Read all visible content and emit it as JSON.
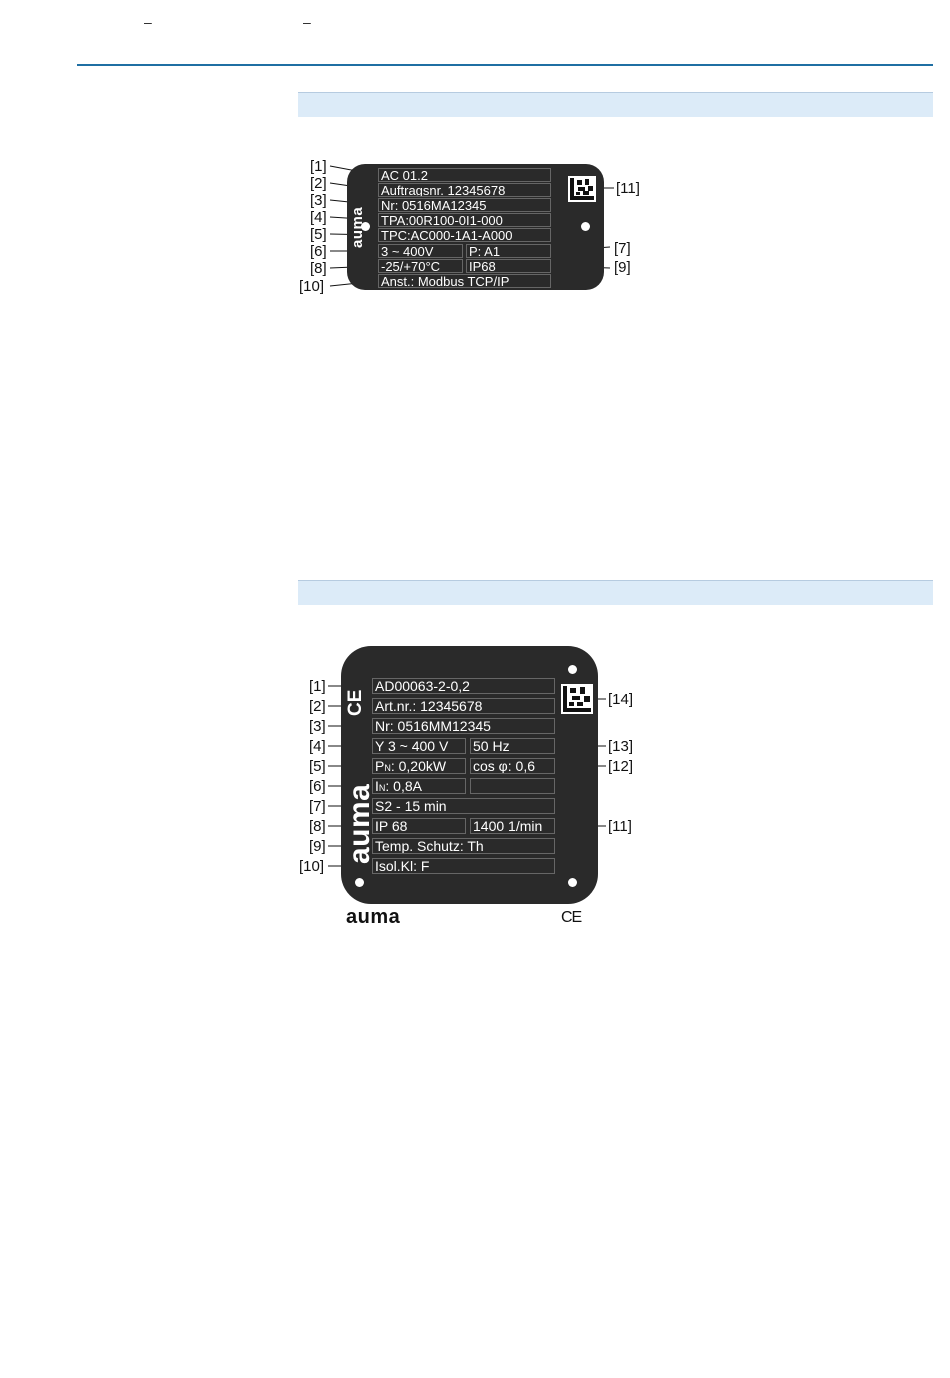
{
  "header": {
    "dash_left": "–",
    "dash_right": "–"
  },
  "plate_controls": {
    "brand": "auma",
    "fields": [
      "AC 01.2",
      "Auftragsnr. 12345678",
      "Nr: 0516MA12345",
      "TPA:00R100-0I1-000",
      "TPC:AC000-1A1-A000",
      "3 ~ 400V",
      "P: A1",
      "-25/+70°C",
      "IP68",
      "Anst.:  Modbus TCP/IP"
    ],
    "callouts": [
      "[1]",
      "[2]",
      "[3]",
      "[4]",
      "[5]",
      "[6]",
      "[7]",
      "[8]",
      "[9]",
      "[10]",
      "[11]"
    ]
  },
  "plate_motor": {
    "brand": "auma",
    "ce": "CE",
    "fields": {
      "f1": "AD00063-2-0,2",
      "f2": "Art.nr.: 12345678",
      "f3": "Nr: 0516MM12345",
      "f4a": "Y 3 ~ 400 V",
      "f4b": "50 Hz",
      "f5a_p": "P",
      "f5a_sub": "N",
      "f5a_val": ":  0,20kW",
      "f5b": "cos φ: 0,6",
      "f6_i": "I",
      "f6_sub": "N",
      "f6_val": ": 0,8A",
      "f6b": "",
      "f7": "S2 - 15 min",
      "f8a": "IP 68",
      "f8b": "1400 1/min",
      "f9": "Temp. Schutz: Th",
      "f10": "Isol.Kl: F"
    },
    "callouts": [
      "[1]",
      "[2]",
      "[3]",
      "[4]",
      "[5]",
      "[6]",
      "[7]",
      "[8]",
      "[9]",
      "[10]",
      "[11]",
      "[12]",
      "[13]",
      "[14]"
    ],
    "below_brand": "auma",
    "below_ce": "CE"
  },
  "colors": {
    "accent_rule": "#1f6fa3",
    "section_bar": "#dcebf8",
    "plate": "#2a2a2a"
  }
}
